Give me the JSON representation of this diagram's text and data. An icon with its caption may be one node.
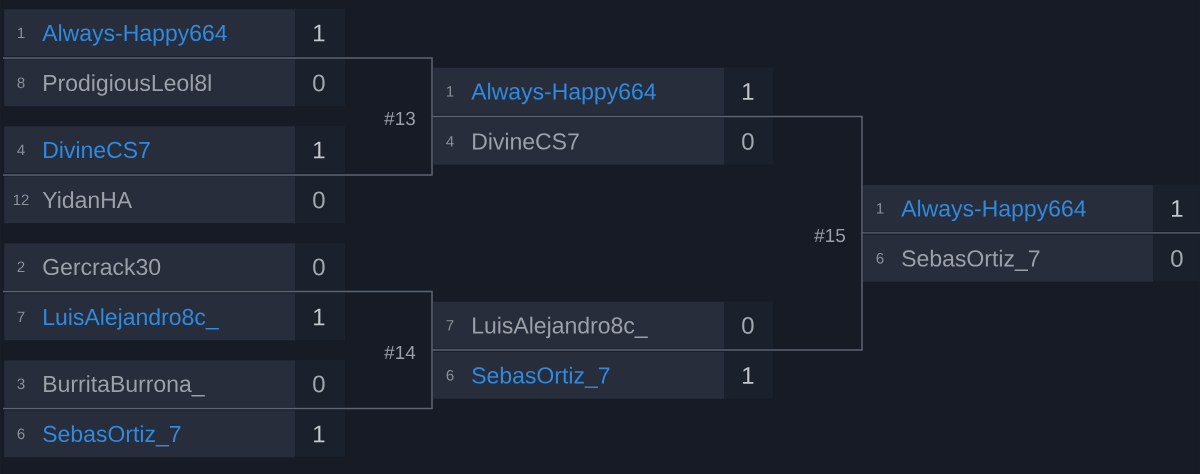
{
  "diagram": {
    "nodes": [
      {
        "text": [
          "1",
          "Always-Happy664"
        ],
        "beside": [
          "1"
        ]
      },
      {
        "text": [
          "8",
          "ProdigiousLeol8l"
        ],
        "beside": [
          "0"
        ]
      },
      {
        "text": [
          "4",
          "DivineCS7"
        ],
        "beside": [
          "1"
        ]
      },
      {
        "text": [
          "12",
          "YidanHA"
        ],
        "beside": [
          "0"
        ]
      },
      {
        "text": [
          "2",
          "Gercrack30"
        ],
        "beside": [
          "0"
        ]
      },
      {
        "text": [
          "7",
          "LuisAlejandro8c_"
        ],
        "beside": [
          "1"
        ]
      },
      {
        "text": [
          "3",
          "BurritaBurrona_"
        ],
        "beside": [
          "0"
        ]
      },
      {
        "text": [
          "6",
          "SebasOrtiz_7"
        ],
        "beside": [
          "1"
        ]
      },
      {
        "text": [
          "1",
          "Always-Happy664"
        ],
        "beside": [
          "1"
        ]
      },
      {
        "text": [
          "4",
          "DivineCS7"
        ],
        "beside": [
          "0"
        ]
      },
      {
        "text": [
          "7",
          "LuisAlejandro8c_"
        ],
        "beside": [
          "0"
        ]
      },
      {
        "text": [
          "6",
          "SebasOrtiz_7"
        ],
        "beside": [
          "1"
        ]
      },
      {
        "text": [
          "1",
          "Always-Happy664"
        ],
        "beside": [
          "1"
        ]
      },
      {
        "text": [
          "6",
          "SebasOrtiz_7"
        ],
        "beside": [
          "0"
        ]
      }
    ],
    "edges": [
      {
        "from": 0,
        "to": 8,
        "arrow": "none"
      },
      {
        "from": 2,
        "to": 9,
        "arrow": "none"
      },
      {
        "from": 5,
        "to": 10,
        "arrow": "none"
      },
      {
        "from": 7,
        "to": 11,
        "arrow": "none"
      },
      {
        "from": 8,
        "to": 12,
        "arrow": "none"
      },
      {
        "from": 11,
        "to": 13,
        "arrow": "none"
      }
    ],
    "labels": [
      "#13",
      "#14",
      "#15"
    ]
  }
}
